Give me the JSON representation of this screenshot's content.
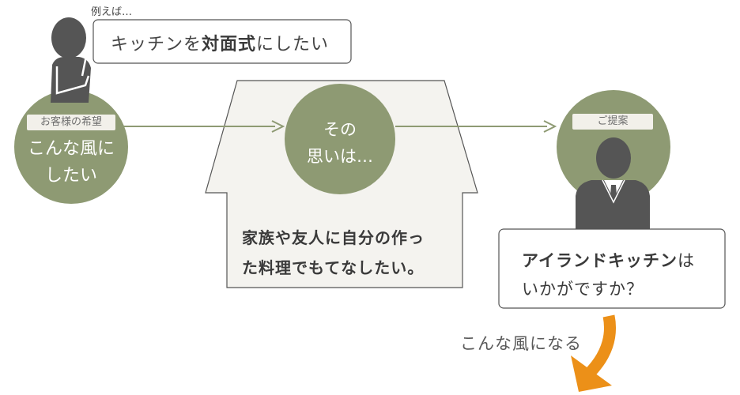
{
  "example_label": "例えば…",
  "speech": {
    "prefix": "キッチンを",
    "bold": "対面式",
    "suffix": "にしたい"
  },
  "customer": {
    "badge": "お客様の希望",
    "line1": "こんな風に",
    "line2": "したい"
  },
  "thought": {
    "line1": "その",
    "line2": "思いは…"
  },
  "house": {
    "line1": "家族や友人に自分の作っ",
    "line2": "た料理でもてなしたい。"
  },
  "proposal": {
    "badge": "ご提案",
    "bold": "アイランドキッチン",
    "suffix": "は",
    "line2": "いかがですか？"
  },
  "result_label": "こんな風になる",
  "colors": {
    "circle": "#8e9a73",
    "arrow": "#8e9a73",
    "person": "#555555",
    "orange": "#ec9018",
    "house_fill": "#f4f3ef",
    "outline": "#555555"
  }
}
